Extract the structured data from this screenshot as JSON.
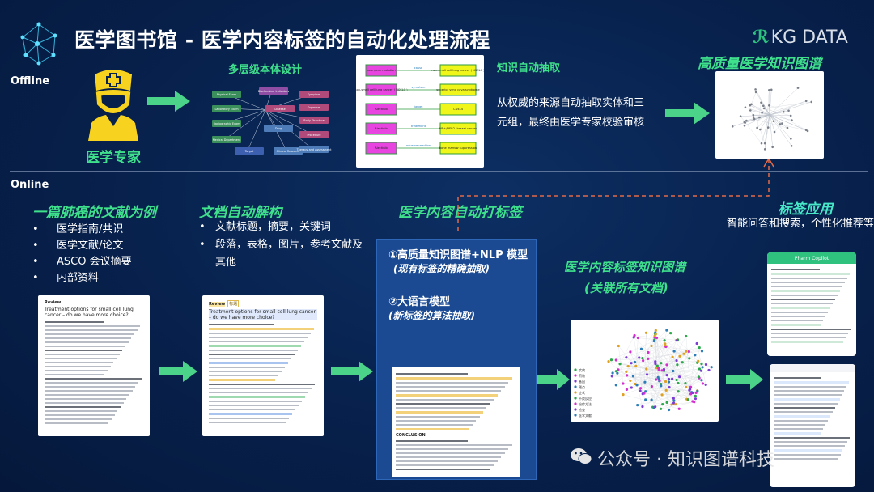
{
  "header": {
    "title": "医学图书馆 - 医学内容标签的自动化处理流程",
    "logo_mark": "ℛ",
    "logo_text": "KG DATA"
  },
  "sections": {
    "offline": "Offline",
    "online": "Online"
  },
  "offline": {
    "expert_label": "医学专家",
    "ontology_title": "多层级本体设计",
    "ontology_nodes": [
      "Physical Exam",
      "Laboratory Exam",
      "Radiographic Exam",
      "Medical Department",
      "Biochemical Indicators",
      "Symptom",
      "Organism",
      "Body Structure",
      "Procedure",
      "Drug",
      "Target",
      "Clinical Research",
      "Therapy and Assessment",
      "Disease"
    ],
    "extraction_title": "知识自动抽取",
    "extraction_desc": "从权威的来源自动抽取实体和三元组，最终由医学专家校验审核",
    "kg_title": "高质量医学知识图谱",
    "triples": [
      {
        "head": "core gene mutation",
        "rel": "cause",
        "tail": "non-small cell lung cancer ( NSCLC )"
      },
      {
        "head": "non-small cell lung cancer ( NSCLC )",
        "rel": "symptom",
        "tail": "superior vena cava syndrome"
      },
      {
        "head": "Alectinib",
        "rel": "target",
        "tail": "CD4L4"
      },
      {
        "head": "Alectinib",
        "rel": "treatment",
        "tail": "HR+/HER2- breast cancer"
      },
      {
        "head": "Alectinib",
        "rel": "adverse reaction",
        "tail": "bone marrow suppression"
      }
    ]
  },
  "online": {
    "case_title": "一篇肺癌的文献为例",
    "case_items": [
      "医学指南/共识",
      "医学文献/论文",
      "ASCO 会议摘要",
      "内部资料"
    ],
    "parse_title": "文档自动解构",
    "parse_items": [
      "文献标题，摘要，关键词",
      "段落，表格，图片，参考文献及其他"
    ],
    "tagging_title": "医学内容自动打标签",
    "method1": "①高质量知识图谱+NLP 模型",
    "method1_sub": "(现有标签的精确抽取)",
    "method2": "②大语言模型",
    "method2_sub": "(新标签的算法抽取)",
    "tagkg_title": "医学内容标签知识图谱",
    "tagkg_sub": "(关联所有文档)",
    "app_title": "标签应用",
    "app_desc": "智能问答和搜索，个性化推荐等",
    "doc_heading": "Review",
    "doc_title": "Treatment options for small cell lung cancer – do we have more choice?",
    "doc_tag": "标题",
    "conclusion": "CONCLUSION",
    "phone_title": "Pharm Copilot",
    "legend": [
      "疾病",
      "药物",
      "基因",
      "靶点",
      "症状",
      "不良反应",
      "治疗方法",
      "检查",
      "医学文献"
    ]
  },
  "watermark": "公众号 · 知识图谱科技",
  "colors": {
    "bg": "#082350",
    "accent_green": "#3fe08c",
    "accent_cyan": "#46e8c8",
    "arrow": "#4bd38a",
    "panel": "#1b4a92"
  }
}
